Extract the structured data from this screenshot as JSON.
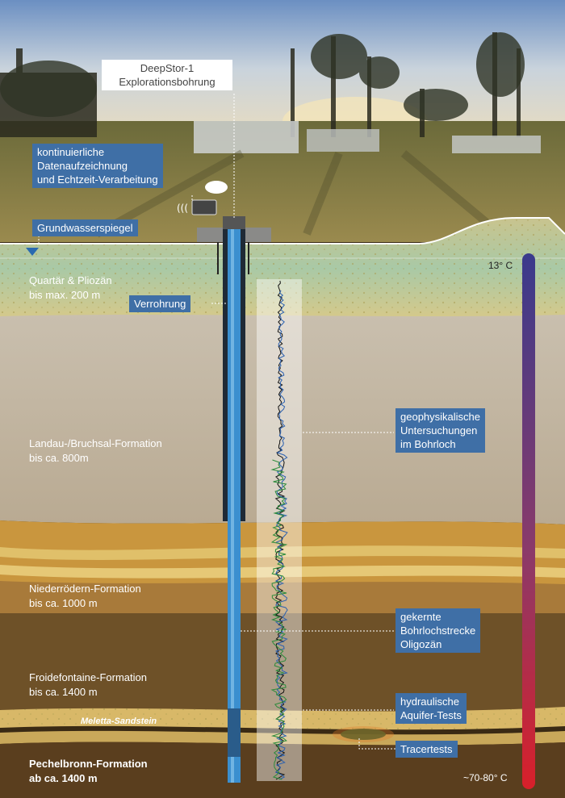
{
  "title": {
    "line1": "DeepStor-1",
    "line2": "Explorationsbohrung"
  },
  "callouts": {
    "data_recording": [
      "kontinuierliche",
      "Datenaufzeichnung",
      "und Echtzeit-Verarbeitung"
    ],
    "groundwater": "Grundwasserspiegel",
    "casing": "Verrohrung",
    "geophysics": [
      "geophysikalische",
      "Untersuchungen",
      "im Bohrloch"
    ],
    "cored_section": [
      "gekernte",
      "Bohrlochstrecke",
      "Oligozän"
    ],
    "hydraulic": [
      "hydraulische",
      "Aquifer-Tests"
    ],
    "tracer": "Tracertests"
  },
  "formations": [
    {
      "name": "Quartär & Pliozän",
      "depth": "bis max. 200 m"
    },
    {
      "name": "Landau-/Bruchsal-Formation",
      "depth": "bis ca. 800m"
    },
    {
      "name": "Niederrödern-Formation",
      "depth": "bis ca. 1000 m"
    },
    {
      "name": "Froidefontaine-Formation",
      "depth": "bis ca. 1400 m"
    },
    {
      "name": "Pechelbronn-Formation",
      "depth": "ab ca. 1400 m"
    }
  ],
  "meletta": "Meletta-Sandstein",
  "temperature": {
    "top": "13° C",
    "bottom": "~70-80° C",
    "top_color": "#3a3a8c",
    "bottom_color": "#d8202a"
  },
  "colors": {
    "callout_bg": "#3f6fa6",
    "borehole": "#3b8fcf"
  }
}
